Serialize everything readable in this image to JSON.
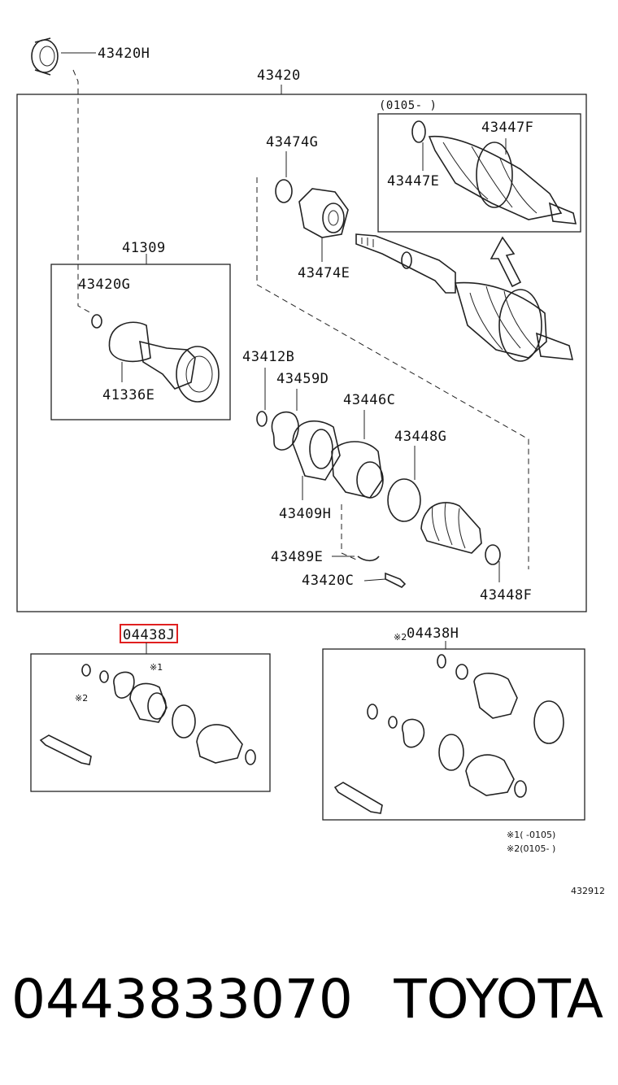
{
  "labels": {
    "p43420H": "43420H",
    "p43420": "43420",
    "range_top": "(0105-      )",
    "p43474G": "43474G",
    "p43447F": "43447F",
    "p43447E": "43447E",
    "p41309": "41309",
    "p43474E": "43474E",
    "p43420G": "43420G",
    "p41336E": "41336E",
    "p43412B": "43412B",
    "p43459D": "43459D",
    "p43446C": "43446C",
    "p43448G": "43448G",
    "p43409H": "43409H",
    "p43489E": "43489E",
    "p43420C": "43420C",
    "p43448F": "43448F",
    "p04438J": "04438J",
    "p04438H": "04438H",
    "mark2_top": "※2",
    "mark1_left": "※1",
    "mark2_left": "※2"
  },
  "notes": {
    "n1": "※1(      -0105)",
    "n2": "※2(0105-      )",
    "diagram_code": "432912"
  },
  "highlight": {
    "color": "#e02020",
    "part": "04438J"
  },
  "footer": {
    "part_number": "0443833070",
    "brand": "TOYOTA"
  }
}
